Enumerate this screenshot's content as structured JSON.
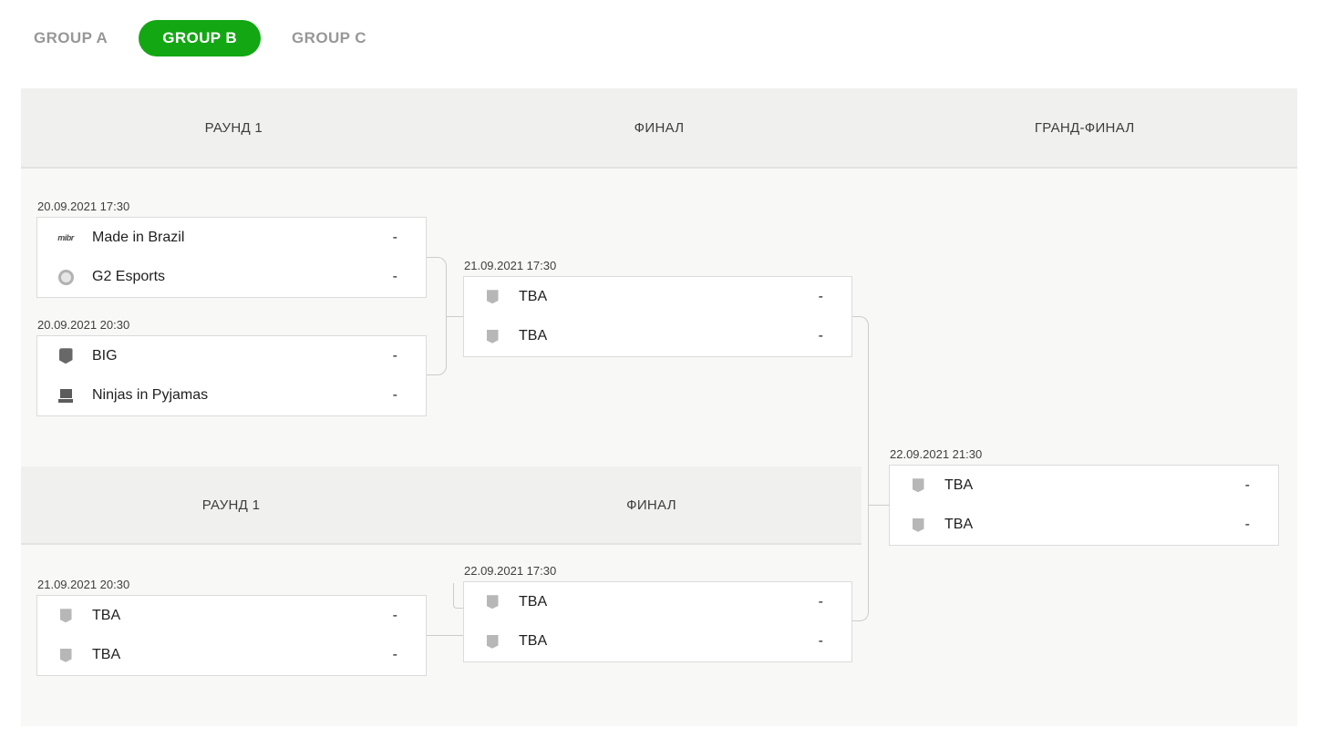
{
  "tabs": [
    {
      "label": "GROUP A",
      "active": false
    },
    {
      "label": "GROUP B",
      "active": true
    },
    {
      "label": "GROUP C",
      "active": false
    }
  ],
  "bracket": {
    "upper_columns": [
      "РАУНД 1",
      "ФИНАЛ",
      "ГРАНД-ФИНАЛ"
    ],
    "lower_columns": [
      "РАУНД 1",
      "ФИНАЛ"
    ],
    "matches": {
      "ub_m1": {
        "datetime": "20.09.2021 17:30",
        "teams": [
          {
            "name": "Made in Brazil",
            "icon": "mibr-logo",
            "score": "-"
          },
          {
            "name": "G2 Esports",
            "icon": "g2-logo",
            "score": "-"
          }
        ]
      },
      "ub_m2": {
        "datetime": "20.09.2021 20:30",
        "teams": [
          {
            "name": "BIG",
            "icon": "big-logo",
            "score": "-"
          },
          {
            "name": "Ninjas in Pyjamas",
            "icon": "nip-logo",
            "score": "-"
          }
        ]
      },
      "ub_final": {
        "datetime": "21.09.2021 17:30",
        "teams": [
          {
            "name": "TBA",
            "icon": "tba-shield",
            "score": "-"
          },
          {
            "name": "TBA",
            "icon": "tba-shield",
            "score": "-"
          }
        ]
      },
      "lb_m1": {
        "datetime": "21.09.2021 20:30",
        "teams": [
          {
            "name": "TBA",
            "icon": "tba-shield",
            "score": "-"
          },
          {
            "name": "TBA",
            "icon": "tba-shield",
            "score": "-"
          }
        ]
      },
      "lb_final": {
        "datetime": "22.09.2021 17:30",
        "teams": [
          {
            "name": "TBA",
            "icon": "tba-shield",
            "score": "-"
          },
          {
            "name": "TBA",
            "icon": "tba-shield",
            "score": "-"
          }
        ]
      },
      "grand_final": {
        "datetime": "22.09.2021 21:30",
        "teams": [
          {
            "name": "TBA",
            "icon": "tba-shield",
            "score": "-"
          },
          {
            "name": "TBA",
            "icon": "tba-shield",
            "score": "-"
          }
        ]
      }
    }
  },
  "icons": {
    "mibr_text": "mibr"
  },
  "colors": {
    "accent_green": "#13a713",
    "tab_inactive_text": "#979797",
    "band_background": "#f0f0ee",
    "board_background": "#f8f8f6",
    "card_border": "#dbdbdb",
    "connector_line": "#cccccc"
  }
}
